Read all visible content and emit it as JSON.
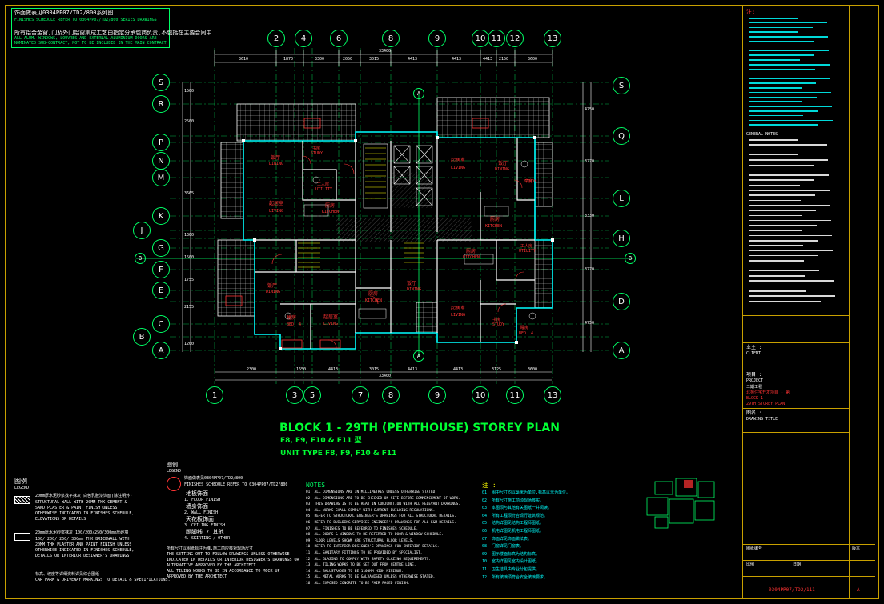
{
  "header": {
    "line1": "饰面做表见0304PP07/TD2/800系列图",
    "line2": "FINISHES SCHEDULE REFER TO 0304PP07/TD2/800 SERIES DRAWINGS",
    "line3": "所有铝合金窗,门及外门铝窗集成工艺由指定分承包商负责,不包括在主要合同中.",
    "line4": "ALL ALUM. WINDOWS, LOUVRES AND EXTERNAL ALUMINIUM DOORS ARE",
    "line5": "NOMINATED SUB-CONTRACT, NOT TO BE INCLUDED IN THE MAIN CONTRACT"
  },
  "grid_top": [
    "2",
    "4",
    "6",
    "8",
    "9",
    "10",
    "11",
    "12",
    "13"
  ],
  "grid_bottom": [
    "1",
    "3",
    "5",
    "7",
    "8",
    "9",
    "10",
    "11",
    "13"
  ],
  "grid_left": [
    "S",
    "R",
    "P",
    "N",
    "M",
    "K",
    "J",
    "G",
    "F",
    "E",
    "C",
    "B",
    "A"
  ],
  "grid_right": [
    "S",
    "Q",
    "L",
    "H",
    "D",
    "A"
  ],
  "section_marks": [
    "A",
    "A",
    "B",
    "B"
  ],
  "dims_top": [
    "3610",
    "1870",
    "3300",
    "2050",
    "3015",
    "4413",
    "4413",
    "4413",
    "2150",
    "3600"
  ],
  "dims_top_total": "33400",
  "dims_bottom": [
    "2300",
    "1650",
    "4413",
    "3015",
    "4413",
    "4413",
    "3125",
    "3600"
  ],
  "dims_bottom_total": "33400",
  "dims_left": [
    "1500",
    "2500",
    "3665",
    "1300",
    "1500",
    "1755",
    "2155",
    "1200"
  ],
  "dims_right": [
    "4750",
    "3770",
    "3330",
    "3770",
    "4750"
  ],
  "rooms": [
    {
      "cn": "饭厅",
      "en": "DINING"
    },
    {
      "cn": "起居室",
      "en": "LIVING"
    },
    {
      "cn": "书房",
      "en": "STUDY"
    },
    {
      "cn": "工人房",
      "en": "UTILITY"
    },
    {
      "cn": "厨房",
      "en": "KITCHEN"
    },
    {
      "cn": "饭厅",
      "en": "DINING"
    },
    {
      "cn": "睡房",
      "en": "BED. 4"
    },
    {
      "cn": "起居室",
      "en": "LIVING"
    },
    {
      "cn": "厨房",
      "en": "KITCHEN"
    },
    {
      "cn": "饭厅",
      "en": "DINING"
    },
    {
      "cn": "起居室",
      "en": "LIVING"
    },
    {
      "cn": "饭厅",
      "en": "DINING"
    },
    {
      "cn": "书房",
      "en": "STUDY"
    },
    {
      "cn": "厨房",
      "en": "KITCHEN"
    },
    {
      "cn": "厨房",
      "en": "KITCHEN"
    },
    {
      "cn": "工人房",
      "en": "UTILITY"
    },
    {
      "cn": "起居室",
      "en": "LIVING"
    },
    {
      "cn": "书房",
      "en": "STUDY"
    },
    {
      "cn": "睡房",
      "en": "BED. 4"
    }
  ],
  "plan_title": {
    "main": "BLOCK 1 - 29TH (PENTHOUSE) STOREY PLAN",
    "sub_cn": "F8, F9, F10 & F11 型",
    "sub_en": "UNIT TYPE F8, F9, F10 & F11"
  },
  "legend": {
    "heading_cn": "图例",
    "heading_en": "LEGEND",
    "item1_cn": "20mm厚水泥砂浆找平抹灰,白色乳胶漆饰面(除注明外)",
    "item1_en": [
      "STRUCTURAL WALL WITH 20MM THK CEMENT &",
      "SAND PLASTER & PAINT FINISH UNLESS",
      "OTHERWISE INDICATED IN FINISHES SCHEDULE,",
      "ELEVATIONS OR DETAILS"
    ],
    "item2_cn": "20mm厚水泥砂浆抹灰,100/200/250/300mm厚砖墙",
    "item2_en": [
      "100/ 200/ 250/ 300mm THK BRICKWALL WITH",
      "20MM THK PLASTER AND PAINT FINISH UNLESS",
      "OTHERWISE INDICATED IN FINISHES SCHEDULE,",
      "DETAILS OR INTERIOR DESIGNER'S DRAWINGS"
    ],
    "footer": [
      "标高、坡度等详细资料详见综合图纸",
      "CAR PARK & DRIVEWAY MARKINGS TO DETAIL & SPECIFICATIONS."
    ]
  },
  "legend2": {
    "heading_cn": "图例",
    "heading_en": "LEGEND",
    "line1": "饰面做表见0304PP07/TD2/800",
    "line2": "FINISHES SCHEDULE REFER TO 0304PP07/TD2/800",
    "items": [
      {
        "cn": "地板饰面",
        "en": "1. FLOOR FINISH"
      },
      {
        "cn": "墙身饰面",
        "en": "2. WALL FINISH"
      },
      {
        "cn": "天花板饰面",
        "en": "3. CEILING FINISH"
      },
      {
        "cn": "踢脚线 / 其他",
        "en": "4. SKIRTING / OTHER"
      }
    ],
    "footer": [
      "所有尺寸以图纸标注为准,施工前应核对现场尺寸",
      "THE SETTING OUT TO FOLLOW DRAWINGS UNLESS OTHERWISE",
      "INDICATED IN DETAILS OR INTERIOR DESIGNER'S DRAWINGS OR",
      "ALTERNATIVE APPROVED BY THE ARCHITECT",
      "ALL TILING WORKS TO BE IN ACCORDANCE TO MOCK UP",
      "APPROVED BY THE ARCHITECT"
    ]
  },
  "notes": {
    "heading": "NOTES",
    "lines": [
      "01. ALL DIMENSIONS ARE IN MILLIMETRES UNLESS OTHERWISE STATED.",
      "02. ALL DIMENSIONS ARE TO BE CHECKED ON SITE BEFORE COMMENCEMENT OF WORK.",
      "03. THIS DRAWING IS TO BE READ IN CONJUNCTION WITH ALL RELEVANT DRAWINGS.",
      "04. ALL WORKS SHALL COMPLY WITH CURRENT BUILDING REGULATIONS.",
      "05. REFER TO STRUCTURAL ENGINEER'S DRAWINGS FOR ALL STRUCTURAL DETAILS.",
      "06. REFER TO BUILDING SERVICES ENGINEER'S DRAWINGS FOR ALL E&M DETAILS.",
      "07. ALL FINISHES TO BE REFERRED TO FINISHES SCHEDULE.",
      "08. ALL DOORS & WINDOWS TO BE REFERRED TO DOOR & WINDOW SCHEDULE.",
      "09. FLOOR LEVELS SHOWN ARE STRUCTURAL FLOOR LEVELS.",
      "10. REFER TO INTERIOR DESIGNER'S DRAWINGS FOR INTERIOR DETAILS.",
      "11. ALL SANITARY FITTINGS TO BE PROVIDED BY SPECIALIST.",
      "12. ALL GLAZING TO COMPLY WITH SAFETY GLAZING REQUIREMENTS.",
      "13. ALL TILING WORKS TO BE SET OUT FROM CENTRE LINE.",
      "14. ALL BALUSTRADES TO BE 1100MM HIGH MINIMUM.",
      "15. ALL METAL WORKS TO BE GALVANISED UNLESS OTHERWISE STATED.",
      "16. ALL EXPOSED CONCRETE TO BE FAIR FACED FINISH."
    ]
  },
  "notes_cn": {
    "heading": "注 :",
    "lines": [
      "01. 图中尺寸均以毫米为单位,标高以米为单位。",
      "02. 所有尺寸施工前须现场核实。",
      "03. 本图须与其他有关图纸一并阅读。",
      "04. 所有工程须符合现行建筑规范。",
      "05. 结构详图见结构工程师图纸。",
      "06. 机电详图见机电工程师图纸。",
      "07. 饰面详见饰面做法表。",
      "08. 门窗详见门窗表。",
      "09. 图示楼面标高为结构标高。",
      "10. 室内详图见室内设计图纸。",
      "11. 卫生洁具由专业分包提供。",
      "12. 所有玻璃须符合安全玻璃要求。"
    ]
  },
  "right_panel": {
    "notes_head": "注:",
    "general_notes": "GENERAL NOTES",
    "client_label": "业主 :",
    "client_value": "CLIENT",
    "project_label": "项目 :",
    "project_value": "PROJECT",
    "project_lines": [
      "二期工程",
      "北苑住宅开发项目 - 第",
      "BLOCK 1",
      "29TH STOREY PLAN"
    ],
    "drawing_label": "图名 :",
    "drawing_value": "DRAWING TITLE",
    "title_block": [
      "图纸编号",
      "比例",
      "日期",
      "版本"
    ],
    "drawing_no": "0304PP07/TD2/111",
    "rev": "A"
  },
  "colors": {
    "frame": "#c8a000",
    "grid": "#00ff66",
    "wall": "#ffffff",
    "room_cn": "#ff3333",
    "title": "#00ff33",
    "note": "#00ffff"
  }
}
